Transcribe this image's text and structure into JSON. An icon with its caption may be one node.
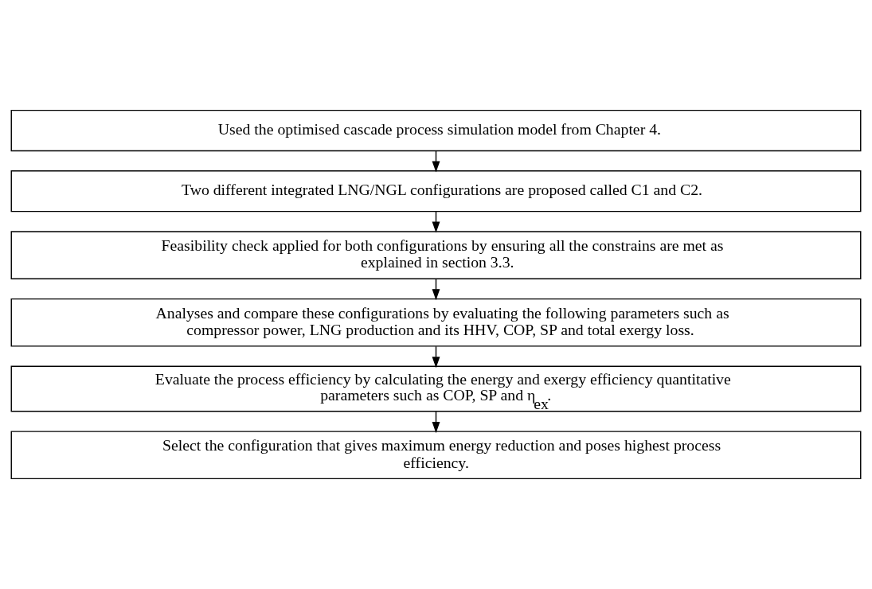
{
  "diagram": {
    "nodes": [
      {
        "text": [
          "Used the optimised cascade process simulation model from Chapter 4."
        ]
      },
      {
        "text": [
          "Two different integrated LNG/NGL configurations are proposed called C1 and C2."
        ]
      },
      {
        "text": [
          "Feasibility check applied for both configurations by ensuring all the constrains are met as explained in section 3.3."
        ]
      },
      {
        "text": [
          "Analyses and compare these configurations by evaluating the following parameters such as compressor power, LNG production and its HHV, COP, SP and total exergy loss."
        ]
      },
      {
        "text": [
          "Evaluate the process efficiency by calculating the energy and exergy efficiency quantitative parameters such as COP, SP and η$_{ex}$."
        ]
      },
      {
        "text": [
          "Select the configuration that gives maximum energy reduction and poses highest process efficiency."
        ]
      }
    ],
    "edges": [
      {
        "from": 0,
        "to": 1,
        "arrow": "to"
      },
      {
        "from": 1,
        "to": 2,
        "arrow": "to"
      },
      {
        "from": 2,
        "to": 3,
        "arrow": "to"
      },
      {
        "from": 3,
        "to": 4,
        "arrow": "to"
      },
      {
        "from": 4,
        "to": 5,
        "arrow": "to"
      }
    ]
  }
}
